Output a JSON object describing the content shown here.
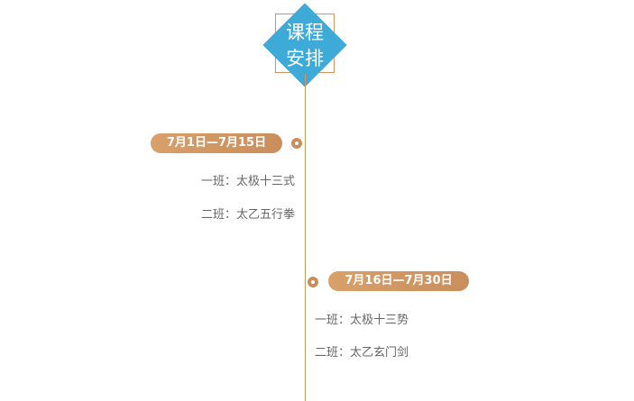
{
  "header": {
    "title_line1": "课程",
    "title_line2": "安排"
  },
  "schedule": [
    {
      "date": "7月1日—7月15日",
      "items": [
        "一班：太极十三式",
        "二班：太乙五行拳"
      ]
    },
    {
      "date": "7月16日—7月30日",
      "items": [
        "一班：太极十三势",
        "二班：太乙玄门剑"
      ]
    }
  ],
  "colors": {
    "accent": "#3daad8",
    "timeline": "#d4935a"
  }
}
